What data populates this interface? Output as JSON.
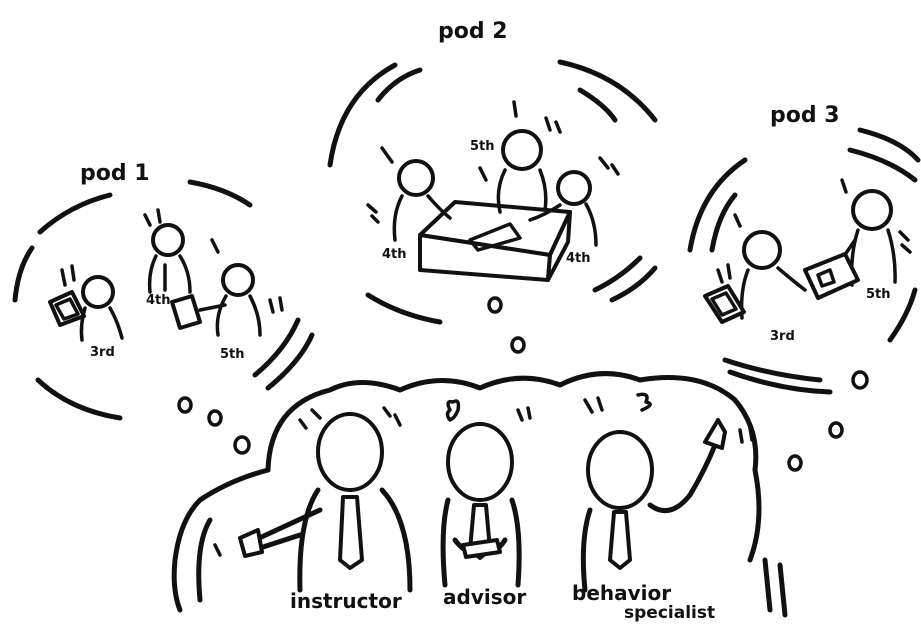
{
  "pods": [
    {
      "label": "pod 1",
      "grades": [
        "4th",
        "3rd",
        "5th"
      ]
    },
    {
      "label": "pod 2",
      "grades": [
        "5th",
        "4th",
        "4th"
      ]
    },
    {
      "label": "pod 3",
      "grades": [
        "3rd",
        "5th"
      ]
    }
  ],
  "roles": {
    "instructor": "instructor",
    "advisor": "advisor",
    "behavior_specialist_line1": "behavior",
    "behavior_specialist_line2": "specialist"
  },
  "ink_color": "#111111",
  "background_color": "#ffffff"
}
